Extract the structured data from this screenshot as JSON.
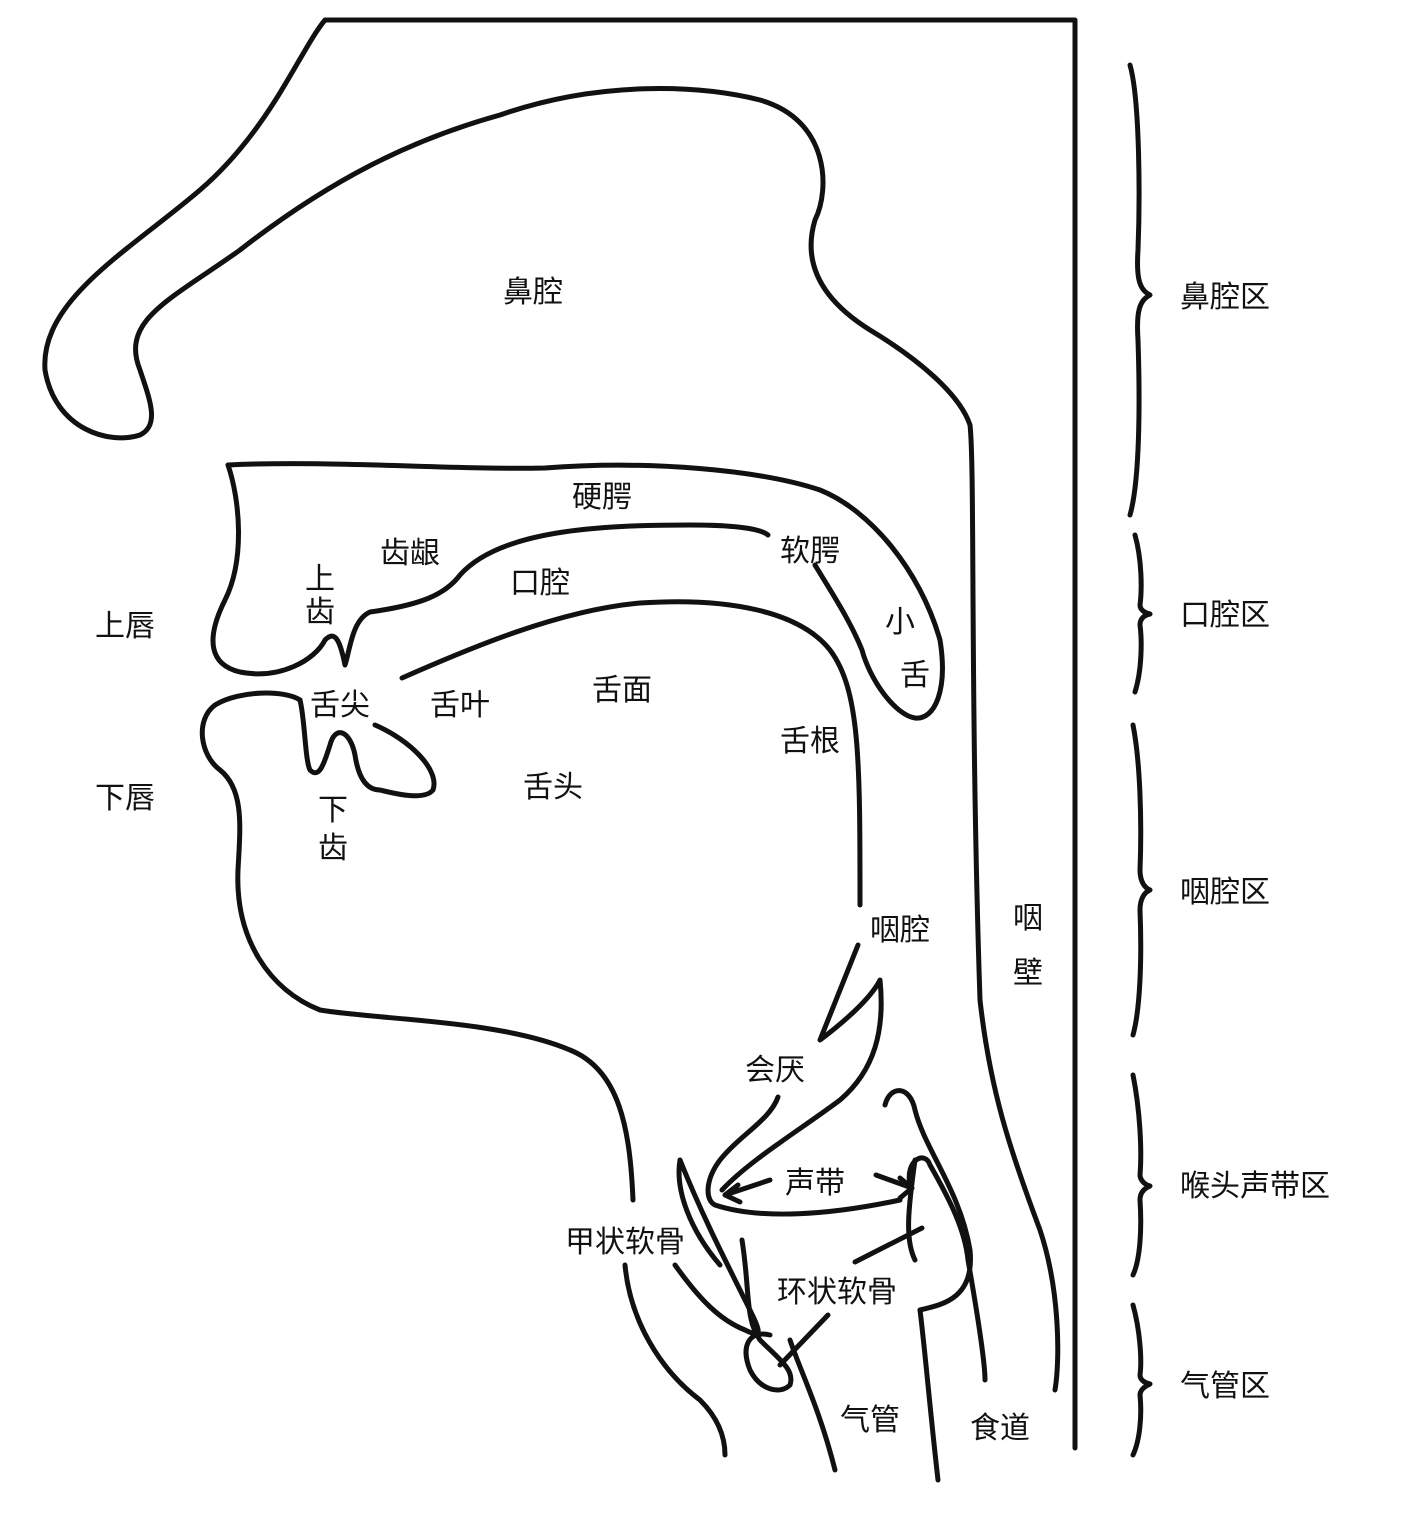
{
  "labels": {
    "nasal_cavity": "鼻腔",
    "hard_palate": "硬腭",
    "alveolar_ridge": "齿龈",
    "soft_palate": "软腭",
    "upper_teeth_1": "上",
    "upper_teeth_2": "齿",
    "oral_cavity": "口腔",
    "uvula_1": "小",
    "uvula_2": "舌",
    "upper_lip": "上唇",
    "tongue_tip": "舌尖",
    "tongue_blade": "舌叶",
    "tongue_surface": "舌面",
    "tongue_root": "舌根",
    "lower_lip": "下唇",
    "tongue": "舌头",
    "lower_teeth_1": "下",
    "lower_teeth_2": "齿",
    "pharynx": "咽腔",
    "pharyngeal_wall_1": "咽",
    "pharyngeal_wall_2": "壁",
    "epiglottis": "会厌",
    "vocal_cords": "声带",
    "thyroid_cartilage": "甲状软骨",
    "cricoid_cartilage": "环状软骨",
    "trachea": "气管",
    "esophagus": "食道"
  },
  "regions": {
    "nasal": "鼻腔区",
    "oral": "口腔区",
    "pharyngeal": "咽腔区",
    "laryngeal": "喉头声带区",
    "tracheal": "气管区"
  },
  "colors": {
    "stroke": "#111111",
    "background": "#ffffff"
  }
}
